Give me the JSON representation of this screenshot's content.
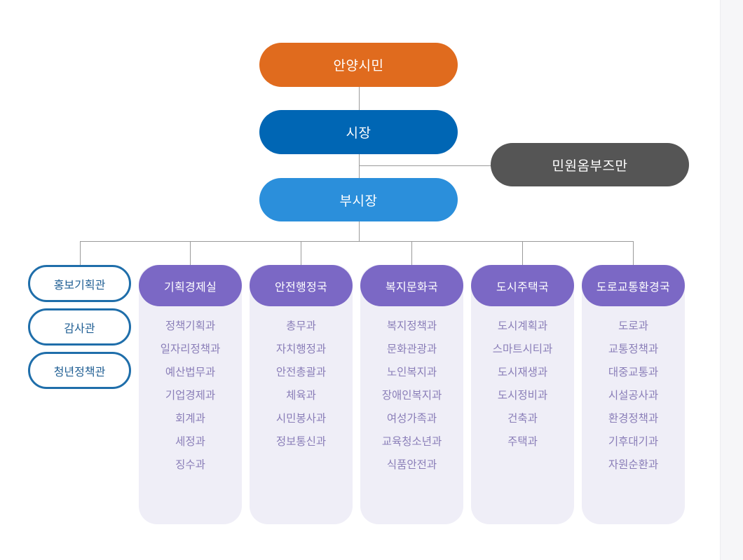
{
  "chart": {
    "citizens": "안양시민",
    "mayor": "시장",
    "deputy_mayor": "부시장",
    "ombudsman": "민원옴부즈만",
    "staff_offices": [
      {
        "name": "홍보기획관"
      },
      {
        "name": "감사관"
      },
      {
        "name": "청년정책관"
      }
    ],
    "departments": [
      {
        "name": "기획경제실",
        "divisions": [
          "정책기획과",
          "일자리정책과",
          "예산법무과",
          "기업경제과",
          "회계과",
          "세정과",
          "징수과"
        ]
      },
      {
        "name": "안전행정국",
        "divisions": [
          "총무과",
          "자치행정과",
          "안전총괄과",
          "체육과",
          "시민봉사과",
          "정보통신과"
        ]
      },
      {
        "name": "복지문화국",
        "divisions": [
          "복지정책과",
          "문화관광과",
          "노인복지과",
          "장애인복지과",
          "여성가족과",
          "교육청소년과",
          "식품안전과"
        ]
      },
      {
        "name": "도시주택국",
        "divisions": [
          "도시계획과",
          "스마트시티과",
          "도시재생과",
          "도시정비과",
          "건축과",
          "주택과"
        ]
      },
      {
        "name": "도로교통환경국",
        "divisions": [
          "도로과",
          "교통정책과",
          "대중교통과",
          "시설공사과",
          "환경정책과",
          "기후대기과",
          "자원순환과"
        ]
      }
    ]
  },
  "colors": {
    "citizens": "#e06b1e",
    "mayor": "#0066b4",
    "deputy_mayor": "#2b8fdb",
    "ombudsman": "#555555",
    "department_header": "#7b68c5",
    "department_body": "#efeef7",
    "staff_border": "#1f6eaa"
  }
}
